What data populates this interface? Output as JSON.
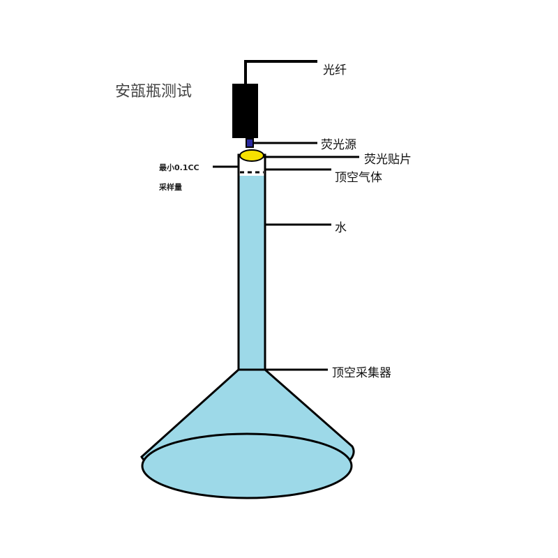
{
  "title": "安瓿瓶测试",
  "labels": {
    "fiber": "光纤",
    "light_source": "荧光源",
    "patch": "荧光贴片",
    "headspace_gas": "顶空气体",
    "water": "水",
    "collector": "顶空采集器",
    "min_sample_line1": "最小0.1CC",
    "min_sample_line2": "采样量"
  },
  "colors": {
    "water": "#9dd9e8",
    "patch": "#f5e000",
    "source": "#2a2aa0",
    "probe": "#000000"
  }
}
